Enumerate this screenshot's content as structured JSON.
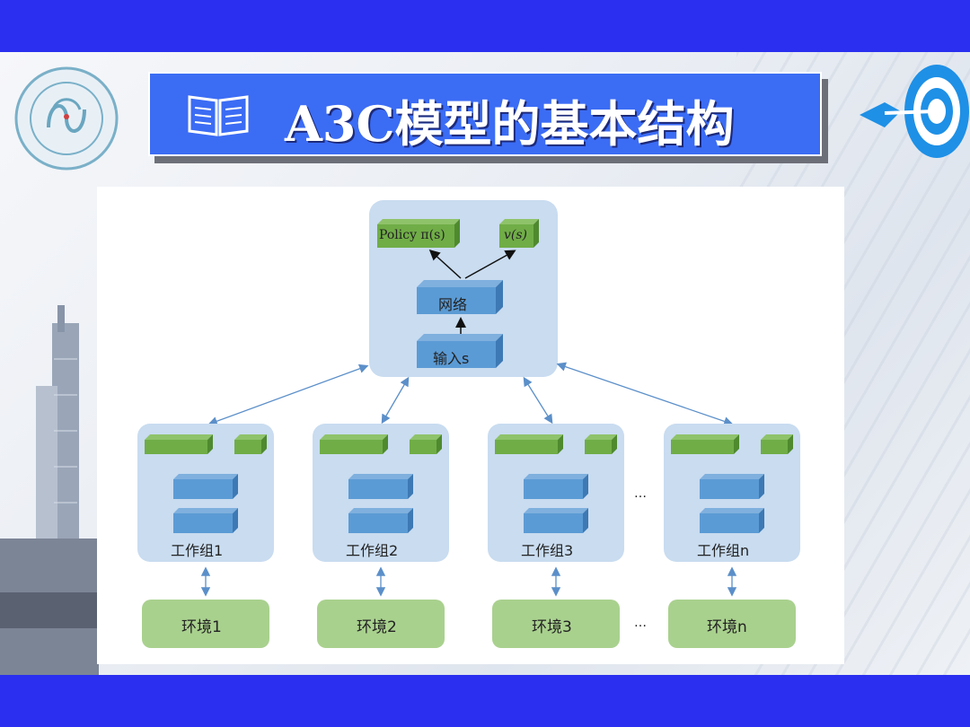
{
  "header": {
    "title": "A3C模型的基本结构",
    "logo_icon": "school-seal-icon",
    "book_icon": "open-book-icon",
    "target_icon": "target-arrow-icon"
  },
  "diagram": {
    "global": {
      "policy_label": "Policy π(s)",
      "value_label": "v(s)",
      "network_label": "网络",
      "input_label": "输入s"
    },
    "workers": [
      {
        "label": "工作组1",
        "env": "环境1"
      },
      {
        "label": "工作组2",
        "env": "环境2"
      },
      {
        "label": "工作组3",
        "env": "环境3"
      },
      {
        "label": "工作组n",
        "env": "环境n"
      }
    ],
    "ellipsis_worker": "…",
    "ellipsis_env": "…"
  },
  "colors": {
    "band": "#2a2ff0",
    "title_bg": "#3b6cf4",
    "panel": "#c9dcf0",
    "cube_blue": "#5b9bd5",
    "cube_green": "#70ad47",
    "env_green": "#a9d18e",
    "arrow": "#5b8fc9"
  }
}
